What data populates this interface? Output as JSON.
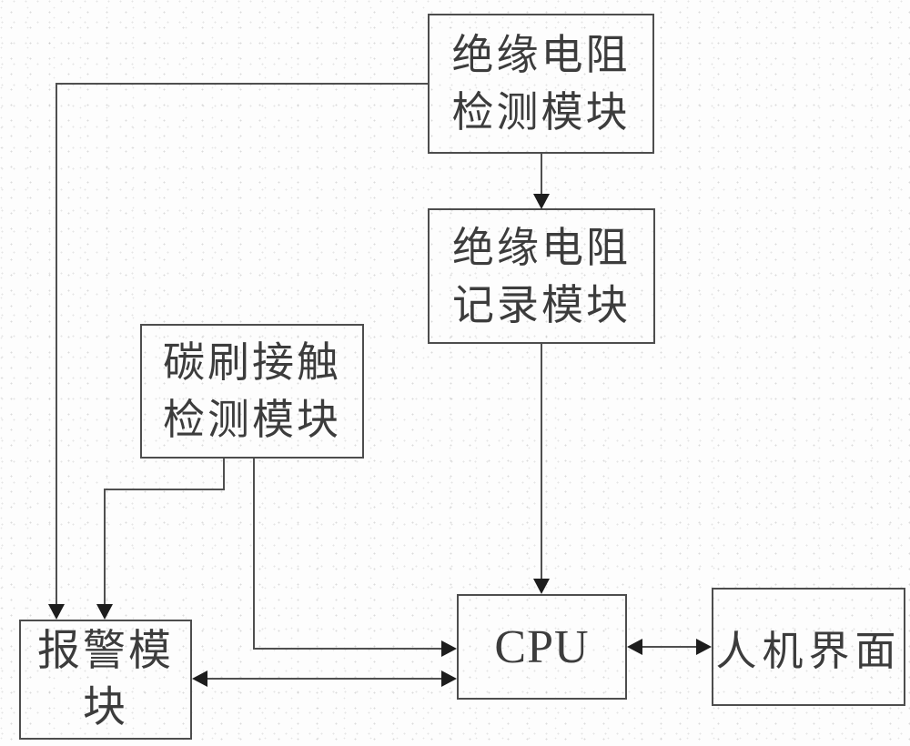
{
  "diagram": {
    "type": "block-diagram",
    "language": "zh-CN",
    "nodes": {
      "insulation_detect": {
        "line1": "绝缘电阻",
        "line2": "检测模块"
      },
      "insulation_record": {
        "line1": "绝缘电阻",
        "line2": "记录模块"
      },
      "brush_detect": {
        "line1": "碳刷接触",
        "line2": "检测模块"
      },
      "alarm": {
        "line1": "报警模",
        "line2": "块"
      },
      "cpu": {
        "label": "CPU"
      },
      "hmi": {
        "label": "人机界面"
      }
    },
    "edges": [
      {
        "from": "insulation_detect",
        "to": "insulation_record",
        "type": "arrow"
      },
      {
        "from": "insulation_record",
        "to": "cpu",
        "type": "arrow"
      },
      {
        "from": "insulation_detect",
        "to": "alarm",
        "type": "arrow"
      },
      {
        "from": "brush_detect",
        "to": "alarm",
        "type": "arrow"
      },
      {
        "from": "brush_detect",
        "to": "cpu",
        "type": "arrow"
      },
      {
        "from": "alarm",
        "to": "cpu",
        "type": "double-arrow"
      },
      {
        "from": "cpu",
        "to": "hmi",
        "type": "double-arrow"
      }
    ],
    "colors": {
      "background": "#fdfdfd",
      "box_border": "#4d4d4d",
      "line": "#4f4f4f",
      "arrowhead": "#1d1d1d",
      "text": "#3c3c3c"
    }
  }
}
